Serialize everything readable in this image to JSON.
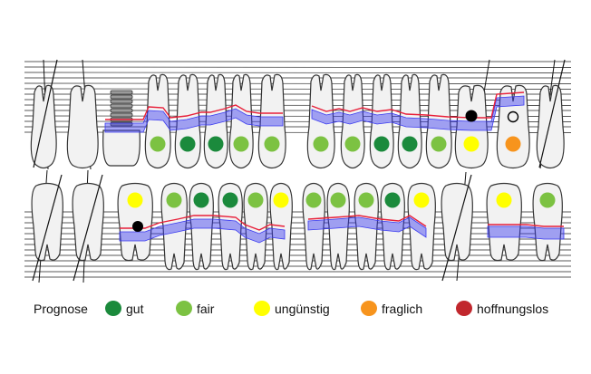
{
  "legend": {
    "title": "Prognose",
    "items": [
      {
        "label": "gut",
        "color": "#1b8a3c"
      },
      {
        "label": "fair",
        "color": "#7cc242"
      },
      {
        "label": "ungünstig",
        "color": "#ffff00"
      },
      {
        "label": "fraglich",
        "color": "#f7941d"
      },
      {
        "label": "hoffnungslos",
        "color": "#c1272d"
      }
    ]
  },
  "colors": {
    "gut": "#1b8a3c",
    "fair": "#7cc242",
    "unguenstig": "#ffff00",
    "fraglich": "#f7941d",
    "hoffnungslos": "#c1272d",
    "pocket_band": "#3a3af0",
    "gingival_line": "#e8203a",
    "tooth_fill": "#f2f2f2",
    "tooth_stroke": "#333333",
    "guide_line": "#222222"
  },
  "chart_data": {
    "type": "dental-periodontal-chart",
    "upper_jaw": {
      "prognosis": [
        "none",
        "none",
        "none",
        "fair",
        "gut",
        "gut",
        "fair",
        "fair",
        "fair",
        "fair",
        "gut",
        "gut",
        "fair",
        "unguenstig",
        "fraglich",
        "none"
      ],
      "missing": [
        1,
        0,
        0,
        0,
        0,
        0,
        0,
        0,
        0,
        0,
        0,
        0,
        0,
        0,
        0,
        1
      ],
      "implant": [
        0,
        0,
        1,
        0,
        0,
        0,
        0,
        0,
        0,
        0,
        0,
        0,
        0,
        0,
        0,
        0
      ],
      "furcation": [
        "none",
        "none",
        "none",
        "none",
        "none",
        "none",
        "none",
        "none",
        "none",
        "none",
        "none",
        "none",
        "none",
        "filled",
        "open",
        "none"
      ]
    },
    "lower_jaw": {
      "prognosis": [
        "none",
        "none",
        "unguenstig",
        "fair",
        "gut",
        "gut",
        "fair",
        "unguenstig",
        "fair",
        "fair",
        "fair",
        "gut",
        "unguenstig",
        "none",
        "unguenstig",
        "fair"
      ],
      "missing": [
        1,
        1,
        0,
        0,
        0,
        0,
        0,
        0,
        0,
        0,
        0,
        0,
        0,
        1,
        0,
        0
      ],
      "implant": [
        0,
        0,
        0,
        0,
        0,
        0,
        0,
        0,
        0,
        0,
        0,
        0,
        0,
        0,
        0,
        0
      ],
      "furcation": [
        "none",
        "none",
        "filled",
        "none",
        "none",
        "none",
        "none",
        "none",
        "none",
        "none",
        "none",
        "none",
        "none",
        "none",
        "none",
        "none"
      ]
    }
  }
}
